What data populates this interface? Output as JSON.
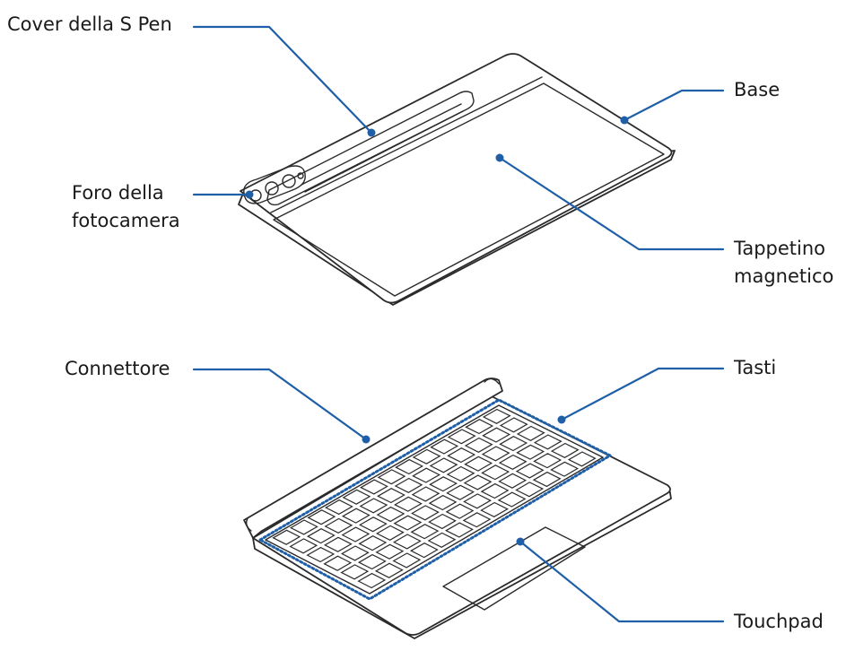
{
  "labels": {
    "spen_cover": "Cover della S Pen",
    "camera_hole_line1": "Foro della",
    "camera_hole_line2": "fotocamera",
    "base": "Base",
    "magnetic_pad_line1": "Tappetino",
    "magnetic_pad_line2": "magnetico",
    "connector": "Connettore",
    "keys": "Tasti",
    "touchpad": "Touchpad"
  },
  "colors": {
    "leader": "#1f5fa8",
    "outline": "#2a2a2a"
  }
}
